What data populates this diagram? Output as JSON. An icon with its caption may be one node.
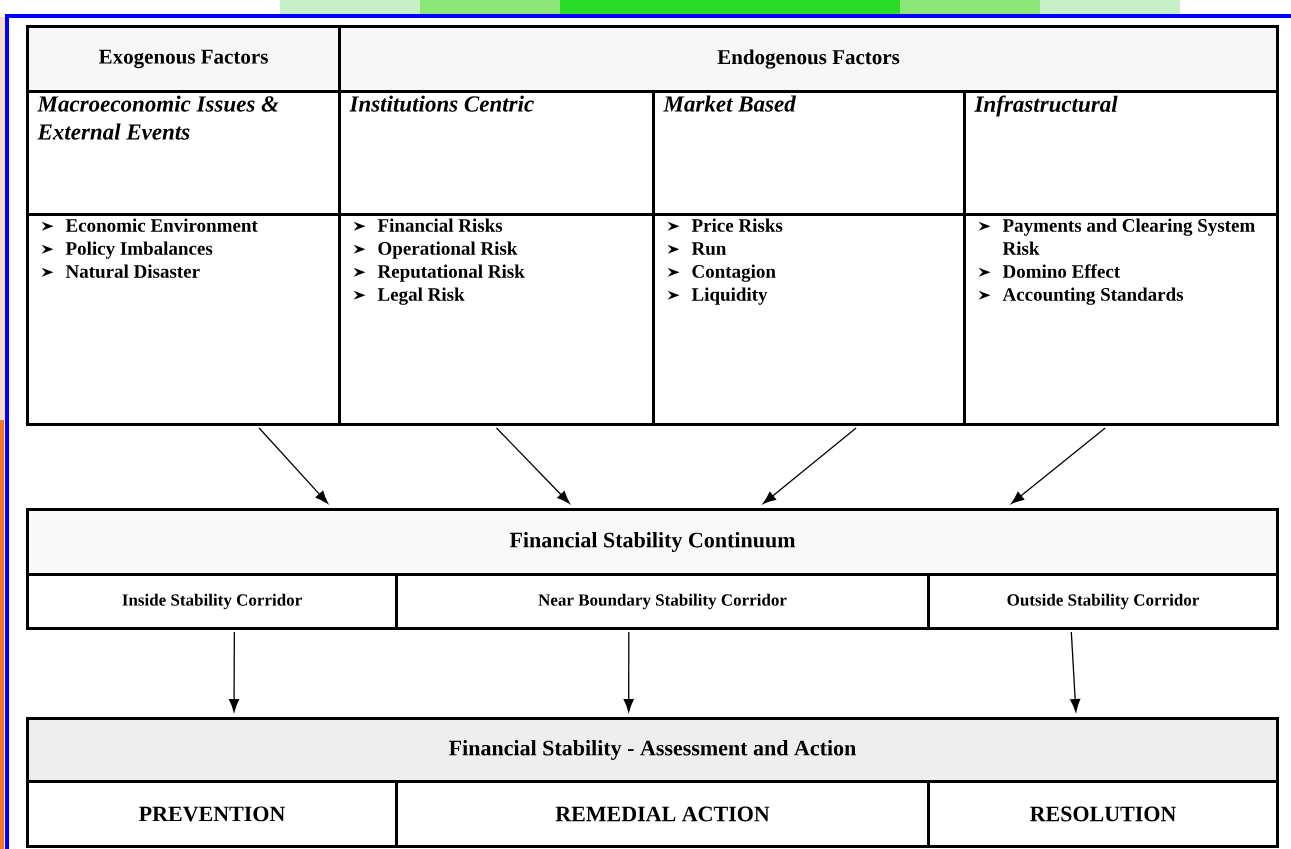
{
  "diagram": {
    "nodes": [
      {
        "text": [
          "Exogenous Factors"
        ]
      },
      {
        "text": [
          "Endogenous Factors"
        ]
      },
      {
        "text": [
          "Macroeconomic Issues & External Events"
        ]
      },
      {
        "text": [
          "Institutions Centric"
        ]
      },
      {
        "text": [
          "Market Based"
        ]
      },
      {
        "text": [
          "Infrastructural"
        ]
      },
      {
        "text": [
          "Economic Environment",
          "Policy Imbalances",
          "Natural Disaster"
        ]
      },
      {
        "text": [
          "Financial Risks",
          "Operational Risk",
          "Reputational Risk",
          "Legal Risk"
        ]
      },
      {
        "text": [
          "Price Risks",
          "Run",
          "Contagion",
          "Liquidity"
        ]
      },
      {
        "text": [
          "Payments and Clearing System Risk",
          "Domino Effect",
          "Accounting Standards"
        ]
      },
      {
        "text": [
          "Financial Stability Continuum"
        ]
      },
      {
        "text": [
          "Inside Stability Corridor"
        ]
      },
      {
        "text": [
          "Near Boundary Stability Corridor"
        ]
      },
      {
        "text": [
          "Outside Stability Corridor"
        ]
      },
      {
        "text": [
          "Financial Stability - Assessment and Action"
        ]
      },
      {
        "text": [
          "PREVENTION"
        ]
      },
      {
        "text": [
          "REMEDIAL ACTION"
        ]
      },
      {
        "text": [
          "RESOLUTION"
        ]
      }
    ],
    "edges": [
      {
        "from": 6,
        "to": 10,
        "arrow": "to"
      },
      {
        "from": 7,
        "to": 10,
        "arrow": "to"
      },
      {
        "from": 8,
        "to": 10,
        "arrow": "to"
      },
      {
        "from": 9,
        "to": 10,
        "arrow": "to"
      },
      {
        "from": 11,
        "to": 14,
        "arrow": "to"
      },
      {
        "from": 12,
        "to": 14,
        "arrow": "to"
      },
      {
        "from": 13,
        "to": 14,
        "arrow": "to"
      }
    ]
  }
}
